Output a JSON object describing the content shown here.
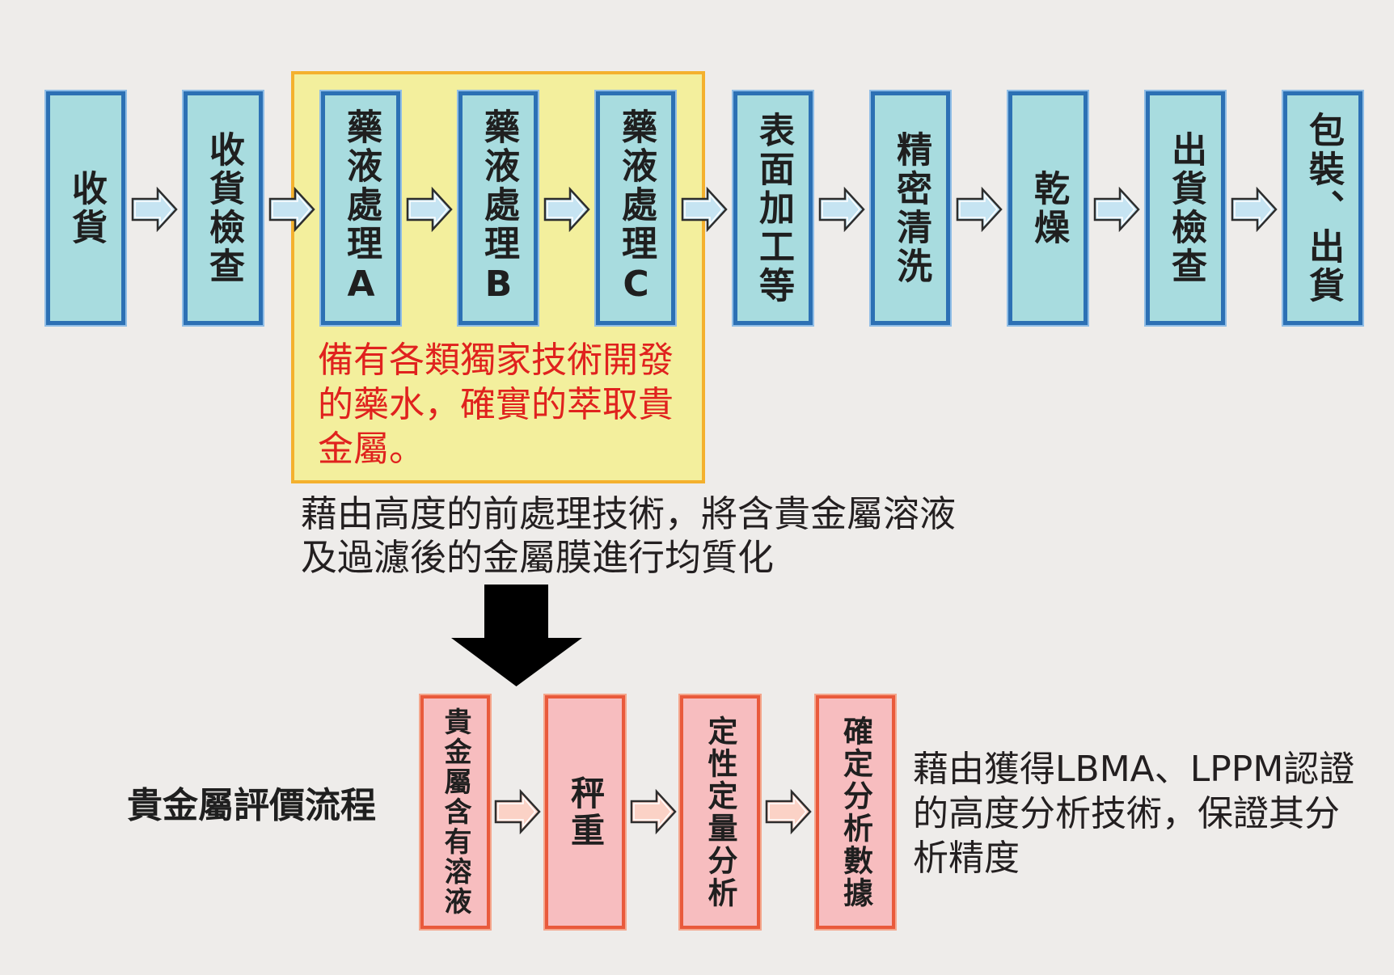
{
  "top_flow": {
    "steps": [
      {
        "label": "收貨"
      },
      {
        "label": "收貨檢查"
      },
      {
        "label": "藥液處理A"
      },
      {
        "label": "藥液處理B"
      },
      {
        "label": "藥液處理C"
      },
      {
        "label": "表面加工等"
      },
      {
        "label": "精密清洗"
      },
      {
        "label": "乾燥"
      },
      {
        "label": "出貨檢查"
      },
      {
        "label": "包裝、出貨"
      }
    ],
    "arrow_icon": "right-arrow-icon"
  },
  "highlight_group": {
    "note_lines": [
      "備有各類獨家技術開發",
      "的藥水，確實的萃取貴",
      "金屬。"
    ]
  },
  "pretreatment_note": {
    "lines": [
      "藉由高度的前處理技術，將含貴金屬溶液",
      "及過濾後的金屬膜進行均質化"
    ]
  },
  "transition_icon": "down-arrow-icon",
  "evaluation_flow": {
    "title": "貴金屬評價流程",
    "steps": [
      {
        "label": "貴金屬含有溶液"
      },
      {
        "label": "秤重"
      },
      {
        "label": "定性定量分析"
      },
      {
        "label": "確定分析數據"
      }
    ],
    "note_lines": [
      "藉由獲得LBMA、LPPM認證",
      "的高度分析技術，保證其分",
      "析精度"
    ]
  },
  "colors": {
    "background": "#eeecea",
    "process_box_fill": "#a8dcdf",
    "process_box_border": "#2c70b4",
    "highlight_fill": "#f3ef9d",
    "highlight_border": "#f4b12e",
    "highlight_text": "#e0221e",
    "evaluation_box_fill": "#f7bdbf",
    "evaluation_box_border": "#e95a3c",
    "arrow_blue_fill": "#c6e4f2",
    "arrow_pink_fill": "#fbd2c6",
    "big_arrow": "#000000"
  }
}
